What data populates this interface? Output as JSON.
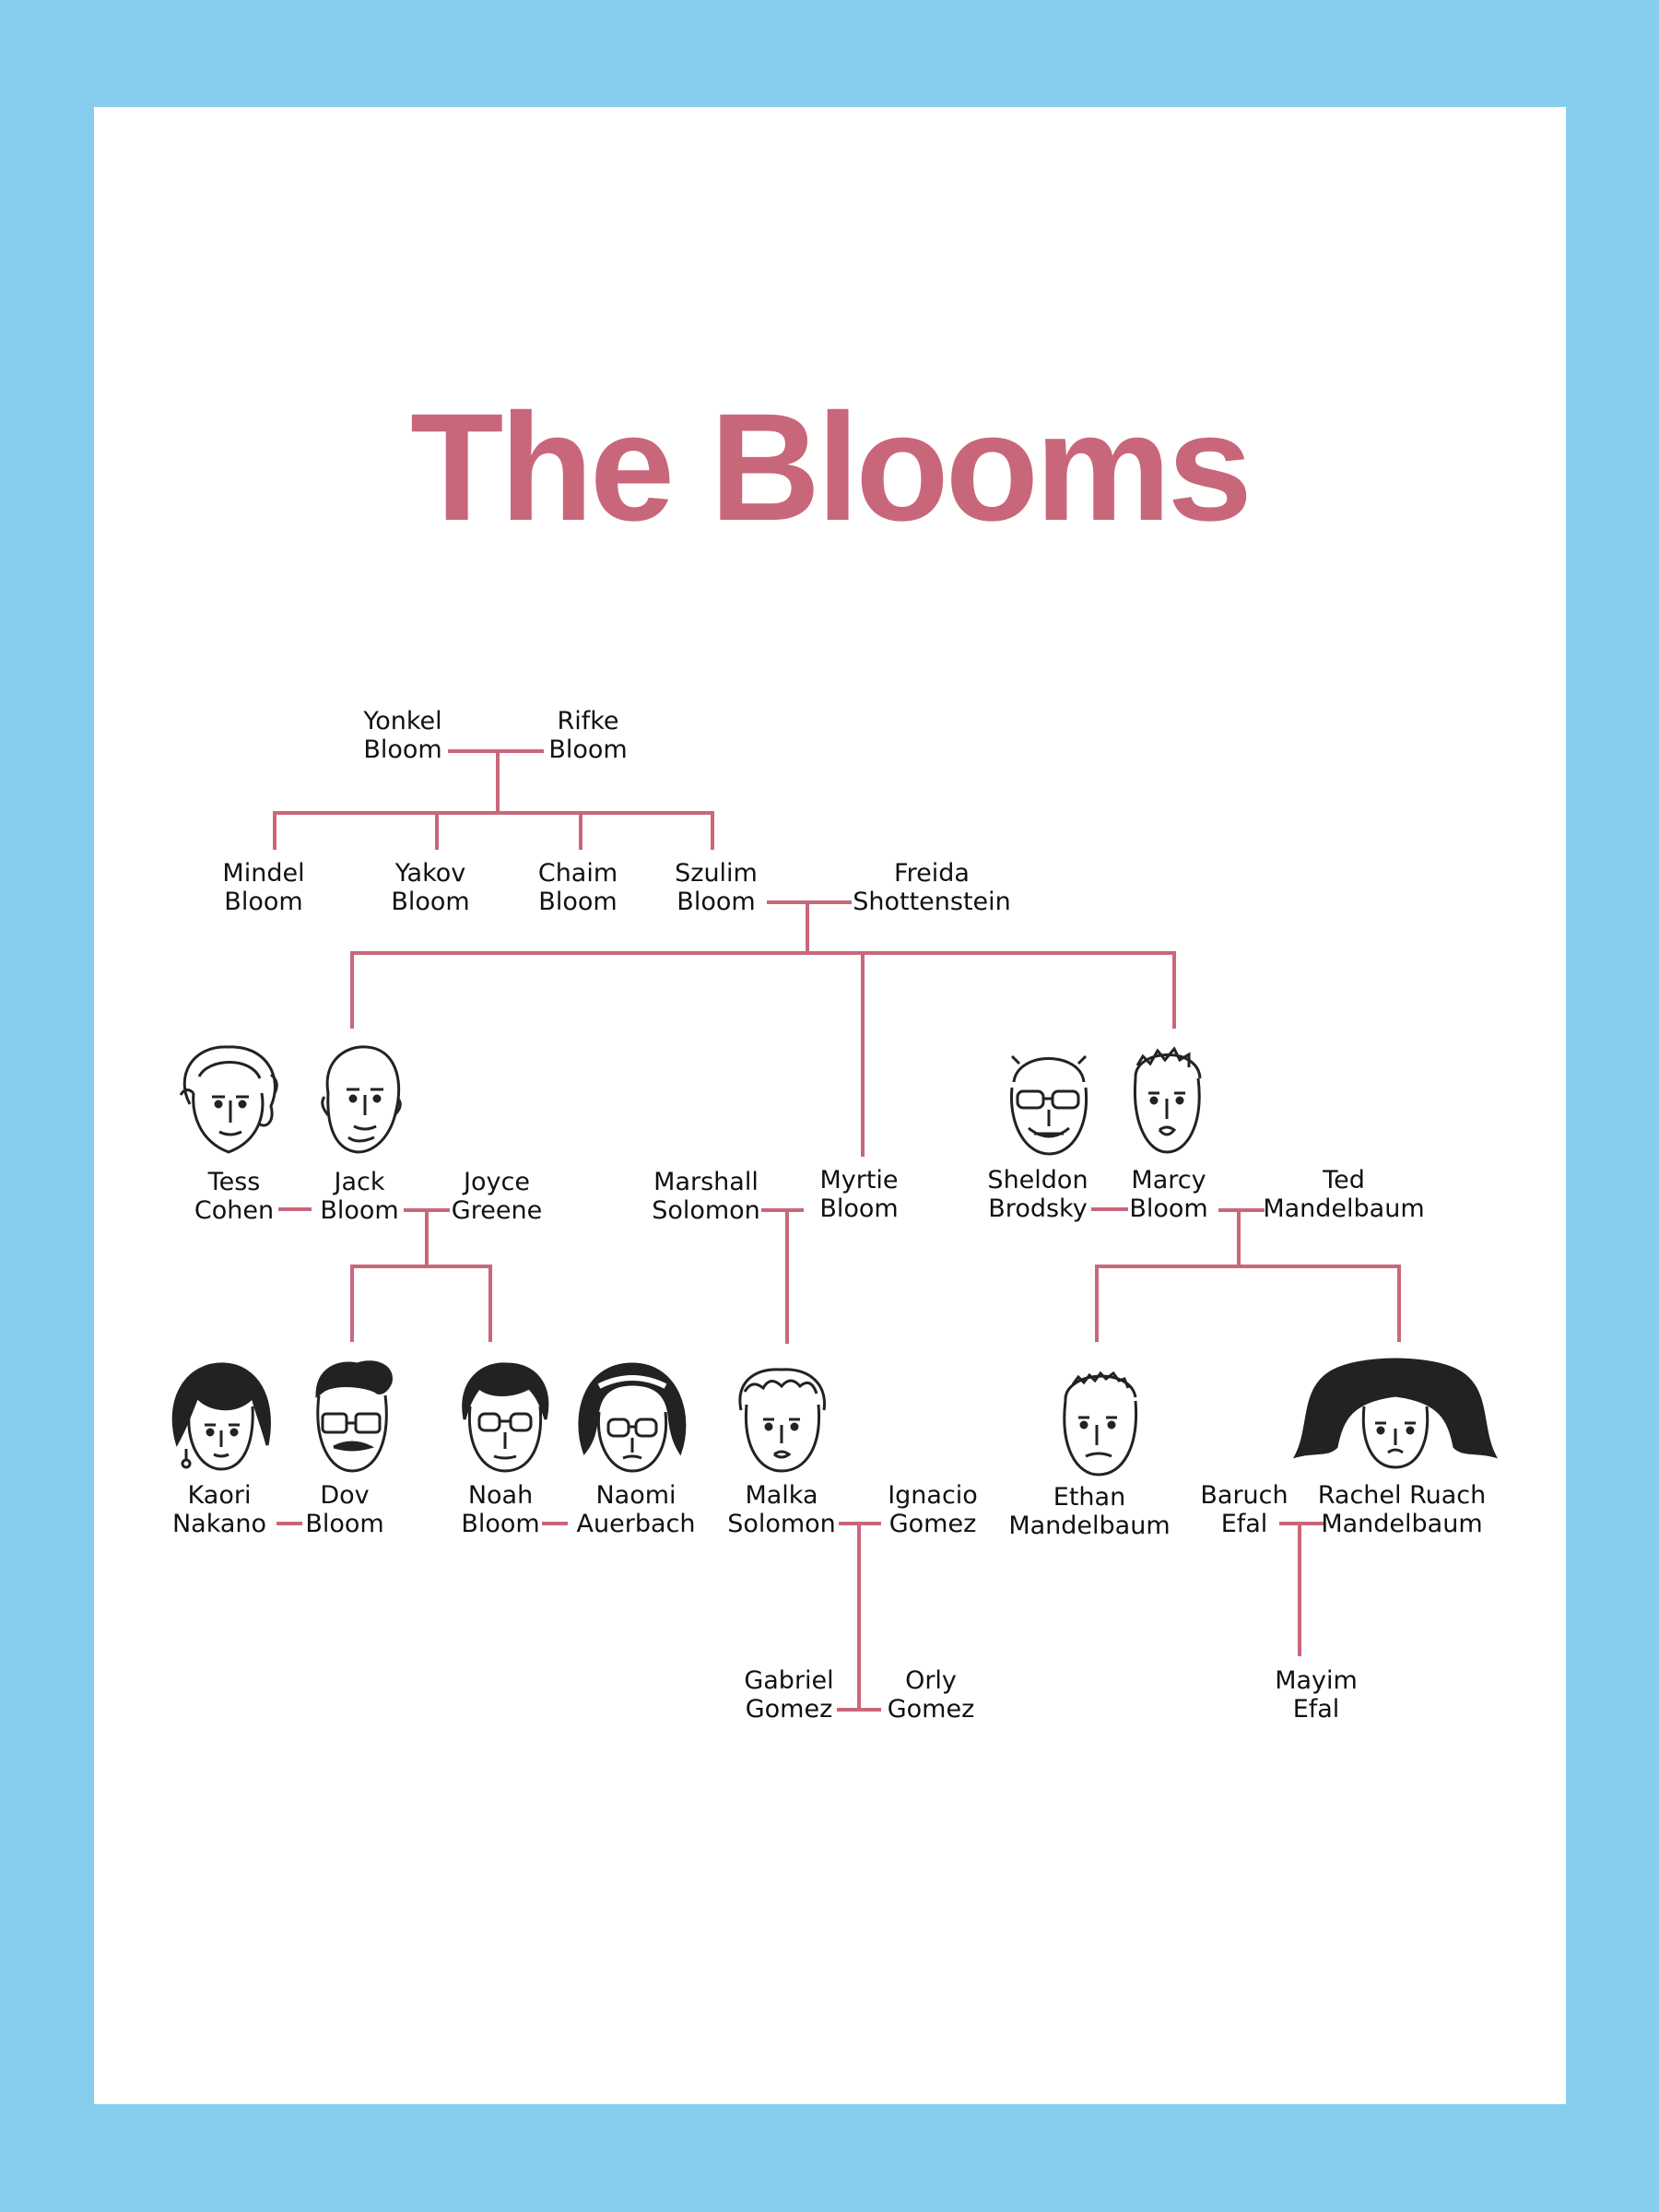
{
  "title": "The Blooms",
  "colors": {
    "background": "#87cdee",
    "sheet": "#ffffff",
    "accent": "#c9677a",
    "text": "#111111"
  },
  "people": {
    "yonkel": {
      "first": "Yonkel",
      "last": "Bloom"
    },
    "rifke": {
      "first": "Rifke",
      "last": "Bloom"
    },
    "mindel": {
      "first": "Mindel",
      "last": "Bloom"
    },
    "yakov": {
      "first": "Yakov",
      "last": "Bloom"
    },
    "chaim": {
      "first": "Chaim",
      "last": "Bloom"
    },
    "szulim": {
      "first": "Szulim",
      "last": "Bloom"
    },
    "freida": {
      "first": "Freida",
      "last": "Shottenstein"
    },
    "tess": {
      "first": "Tess",
      "last": "Cohen"
    },
    "jack": {
      "first": "Jack",
      "last": "Bloom"
    },
    "joyce": {
      "first": "Joyce",
      "last": "Greene"
    },
    "marshall": {
      "first": "Marshall",
      "last": "Solomon"
    },
    "myrtie": {
      "first": "Myrtie",
      "last": "Bloom"
    },
    "sheldon": {
      "first": "Sheldon",
      "last": "Brodsky"
    },
    "marcy": {
      "first": "Marcy",
      "last": "Bloom"
    },
    "ted": {
      "first": "Ted",
      "last": "Mandelbaum"
    },
    "kaori": {
      "first": "Kaori",
      "last": "Nakano"
    },
    "dov": {
      "first": "Dov",
      "last": "Bloom"
    },
    "noah": {
      "first": "Noah",
      "last": "Bloom"
    },
    "naomi": {
      "first": "Naomi",
      "last": "Auerbach"
    },
    "malka": {
      "first": "Malka",
      "last": "Solomon"
    },
    "ignacio": {
      "first": "Ignacio",
      "last": "Gomez"
    },
    "ethan": {
      "first": "Ethan",
      "last": "Mandelbaum"
    },
    "baruch": {
      "first": "Baruch",
      "last": "Efal"
    },
    "rachel": {
      "first": "Rachel Ruach",
      "last": "Mandelbaum"
    },
    "gabriel": {
      "first": "Gabriel",
      "last": "Gomez"
    },
    "orly": {
      "first": "Orly",
      "last": "Gomez"
    },
    "mayim": {
      "first": "Mayim",
      "last": "Efal"
    }
  },
  "portraits": {
    "tess": "portrait-tess-icon",
    "jack": "portrait-jack-icon",
    "sheldon": "portrait-sheldon-icon",
    "marcy": "portrait-marcy-icon",
    "kaori": "portrait-kaori-icon",
    "dov": "portrait-dov-icon",
    "noah": "portrait-noah-icon",
    "naomi": "portrait-naomi-icon",
    "malka": "portrait-malka-icon",
    "ethan": "portrait-ethan-icon",
    "rachel": "portrait-rachel-icon"
  }
}
